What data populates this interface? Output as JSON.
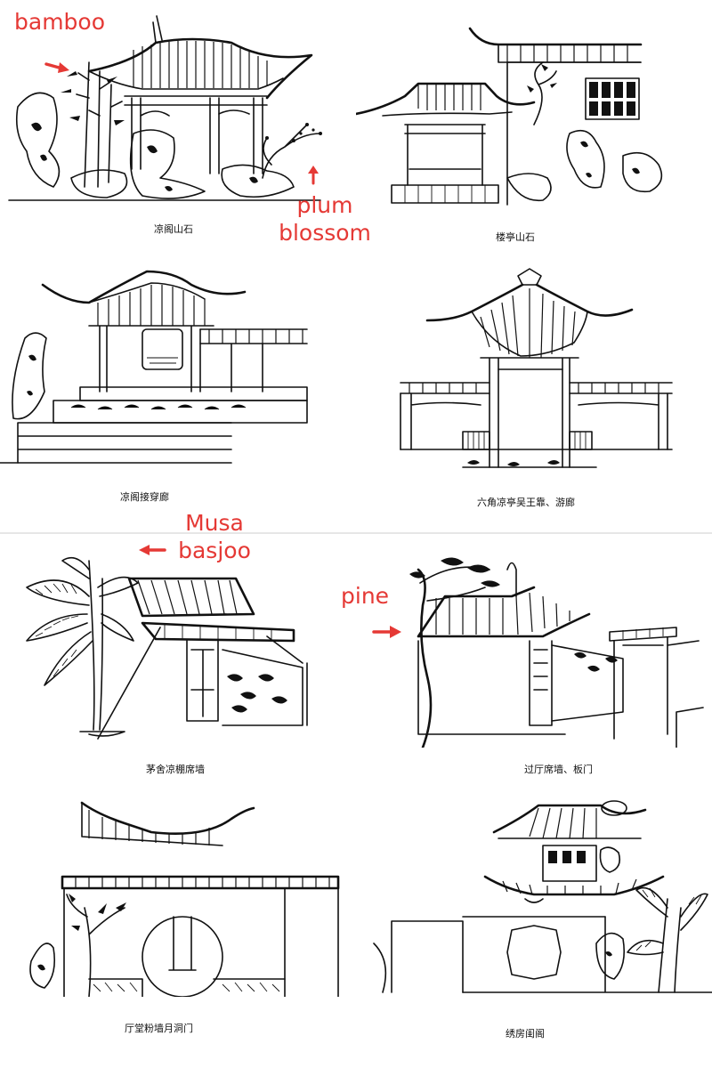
{
  "annotations": {
    "color": "#e53935",
    "bamboo": "bamboo",
    "plum_blossom_1": "plum",
    "plum_blossom_2": "blossom",
    "musa_1": "Musa",
    "musa_2": "basjoo",
    "pine": "pine"
  },
  "captions": {
    "p1": "凉阁山石",
    "p2": "楼亭山石",
    "p3": "凉阁接穿廊",
    "p4": "六角凉亭吴王靠、游廊",
    "p5": "茅舍凉棚席墙",
    "p6": "过厅席墙、板门",
    "p7": "厅堂粉墙月洞门",
    "p8": "绣房闺阁"
  }
}
